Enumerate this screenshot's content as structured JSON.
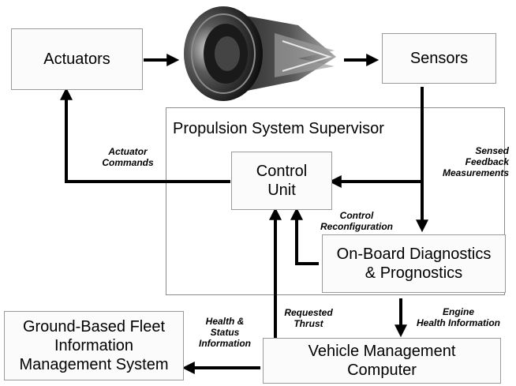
{
  "boxes": {
    "actuators": "Actuators",
    "sensors": "Sensors",
    "control_unit_line1": "Control",
    "control_unit_line2": "Unit",
    "obd_line1": "On-Board Diagnostics",
    "obd_line2": "& Prognostics",
    "ground_line1": "Ground-Based Fleet",
    "ground_line2": "Information",
    "ground_line3": "Management System",
    "vmc_line1": "Vehicle Management",
    "vmc_line2": "Computer"
  },
  "region": {
    "title": "Propulsion System Supervisor"
  },
  "labels": {
    "actuator_commands_1": "Actuator",
    "actuator_commands_2": "Commands",
    "sensed_1": "Sensed",
    "sensed_2": "Feedback",
    "sensed_3": "Measurements",
    "control_reconfig_1": "Control",
    "control_reconfig_2": "Reconfiguration",
    "health_status_1": "Health &",
    "health_status_2": "Status",
    "health_status_3": "Information",
    "requested_thrust_1": "Requested",
    "requested_thrust_2": "Thrust",
    "engine_health_1": "Engine",
    "engine_health_2": "Health Information"
  },
  "icons": {
    "engine": "jet-engine-icon"
  },
  "colors": {
    "arrow": "#000000",
    "box_border": "#9a9a9a"
  }
}
